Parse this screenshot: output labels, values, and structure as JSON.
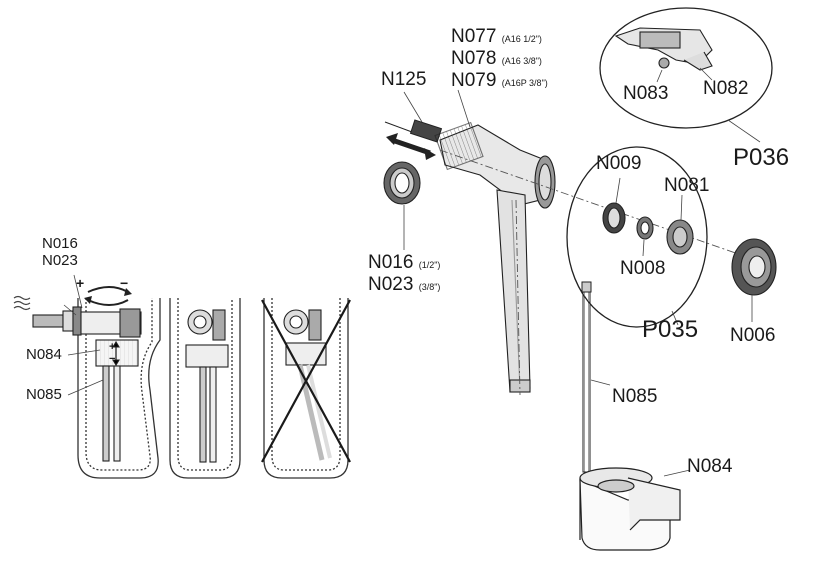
{
  "labels": {
    "n016_left": "N016",
    "n023_left": "N023",
    "n084_left": "N084",
    "n085_left": "N085",
    "n125": "N125",
    "n077": "N077",
    "n077_sub": "(A16 1/2\")",
    "n078": "N078",
    "n078_sub": "(A16 3/8\")",
    "n079": "N079",
    "n079_sub": "(A16P 3/8\")",
    "n016": "N016",
    "n016_sub": "(1/2\")",
    "n023": "N023",
    "n023_sub": "(3/8\")",
    "n009": "N009",
    "n081": "N081",
    "n008": "N008",
    "p035": "P035",
    "n006": "N006",
    "n083": "N083",
    "n082": "N082",
    "p036": "P036",
    "n085": "N085",
    "n084": "N084"
  },
  "install_marks": {
    "plus": "+",
    "minus": "−",
    "plus_small": "+",
    "minus_small": "−"
  }
}
